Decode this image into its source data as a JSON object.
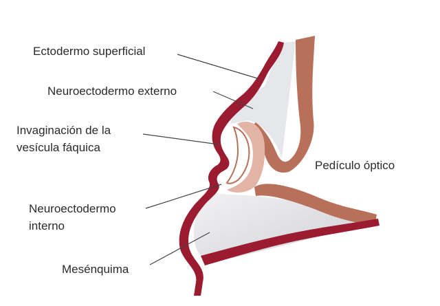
{
  "labels": {
    "ectodermo_superficial": "Ectodermo superficial",
    "neuroectodermo_externo": "Neuroectodermo externo",
    "invaginacion_line1": "Invaginación de la",
    "invaginacion_line2": "vesícula fáquica",
    "pediculo_optico": "Pedículo óptico",
    "neuroectodermo_interno_line1": "Neuroectodermo",
    "neuroectodermo_interno_line2": "interno",
    "mesenquima": "Mesénquima"
  },
  "colors": {
    "surface_ectoderm": "#9b1b30",
    "neuroectoderm": "#b8705a",
    "neuroectoderm_light": "#e3b3a6",
    "mesenchyme": "#dedfe3",
    "leader_line": "#444444",
    "text": "#2a2a2a"
  }
}
